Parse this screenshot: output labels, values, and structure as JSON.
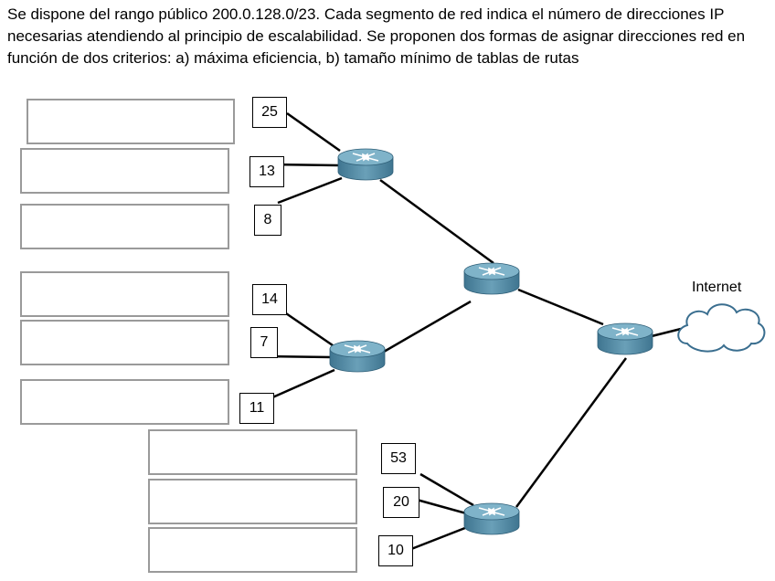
{
  "problem": {
    "text": "Se dispone del rango público 200.0.128.0/23.  Cada segmento de red indica el número de direcciones IP necesarias atendiendo al principio de escalabilidad. Se proponen dos formas de asignar direcciones red en función de dos criterios: a) máxima eficiencia, b) tamaño mínimo de tablas de rutas"
  },
  "network": {
    "internet_label": "Internet",
    "segments": {
      "r1_a": "25",
      "r1_b": "13",
      "r1_c": "8",
      "r2_a": "14",
      "r2_b": "7",
      "r2_c": "11",
      "r3_a": "53",
      "r3_b": "20",
      "r3_c": "10"
    }
  },
  "colors": {
    "router_fill": "#4f8ba6",
    "router_top": "#7fb3c9",
    "cloud_stroke": "#3a6e8f",
    "box_border": "#9a9a9a"
  }
}
